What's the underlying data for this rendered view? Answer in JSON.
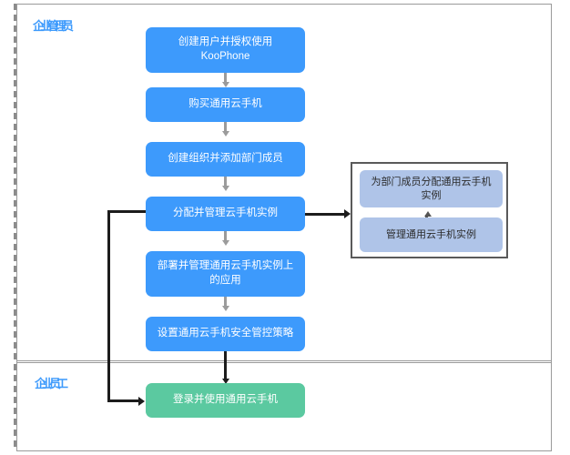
{
  "diagram": {
    "lanes": [
      {
        "id": "admin",
        "label": "企业管理员"
      },
      {
        "id": "staff",
        "label": "企业员工"
      }
    ],
    "main_flow": [
      {
        "id": "step-1",
        "label": "创建用户并授权使用 KooPhone",
        "color": "#3d9afc"
      },
      {
        "id": "step-2",
        "label": "购买通用云手机",
        "color": "#3d9afc"
      },
      {
        "id": "step-3",
        "label": "创建组织并添加部门成员",
        "color": "#3d9afc"
      },
      {
        "id": "step-4",
        "label": "分配并管理云手机实例",
        "color": "#3d9afc"
      },
      {
        "id": "step-5",
        "label": "部署并管理通用云手机实例上的应用",
        "color": "#3d9afc"
      },
      {
        "id": "step-6",
        "label": "设置通用云手机安全管控策略",
        "color": "#3d9afc"
      },
      {
        "id": "step-7",
        "label": "登录并使用通用云手机",
        "color": "#5bc9a0"
      }
    ],
    "subpanel": {
      "items": [
        {
          "id": "sub-1",
          "label": "为部门成员分配通用云手机实例",
          "color": "#afc4e8"
        },
        {
          "id": "sub-2",
          "label": "管理通用云手机实例",
          "color": "#afc4e8"
        }
      ]
    },
    "colors": {
      "blue": "#3d9afc",
      "green": "#5bc9a0",
      "lavender": "#afc4e8",
      "connector": "#9b9b9b",
      "connector_dark": "#1c1c1c",
      "frame": "#9a9a9a"
    }
  }
}
